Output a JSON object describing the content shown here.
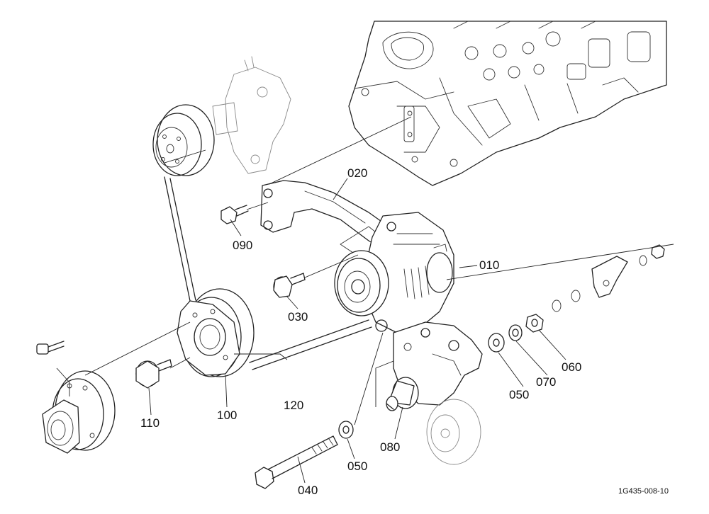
{
  "diagram": {
    "parts": [
      {
        "id": "p010",
        "label": "010"
      },
      {
        "id": "p020",
        "label": "020"
      },
      {
        "id": "p030",
        "label": "030"
      },
      {
        "id": "p040",
        "label": "040"
      },
      {
        "id": "p050a",
        "label": "050"
      },
      {
        "id": "p050b",
        "label": "050"
      },
      {
        "id": "p060",
        "label": "060"
      },
      {
        "id": "p070",
        "label": "070"
      },
      {
        "id": "p080",
        "label": "080"
      },
      {
        "id": "p090",
        "label": "090"
      },
      {
        "id": "p100",
        "label": "100"
      },
      {
        "id": "p110",
        "label": "110"
      },
      {
        "id": "p120",
        "label": "120"
      }
    ],
    "drawing_code": "1G435-008-10"
  }
}
